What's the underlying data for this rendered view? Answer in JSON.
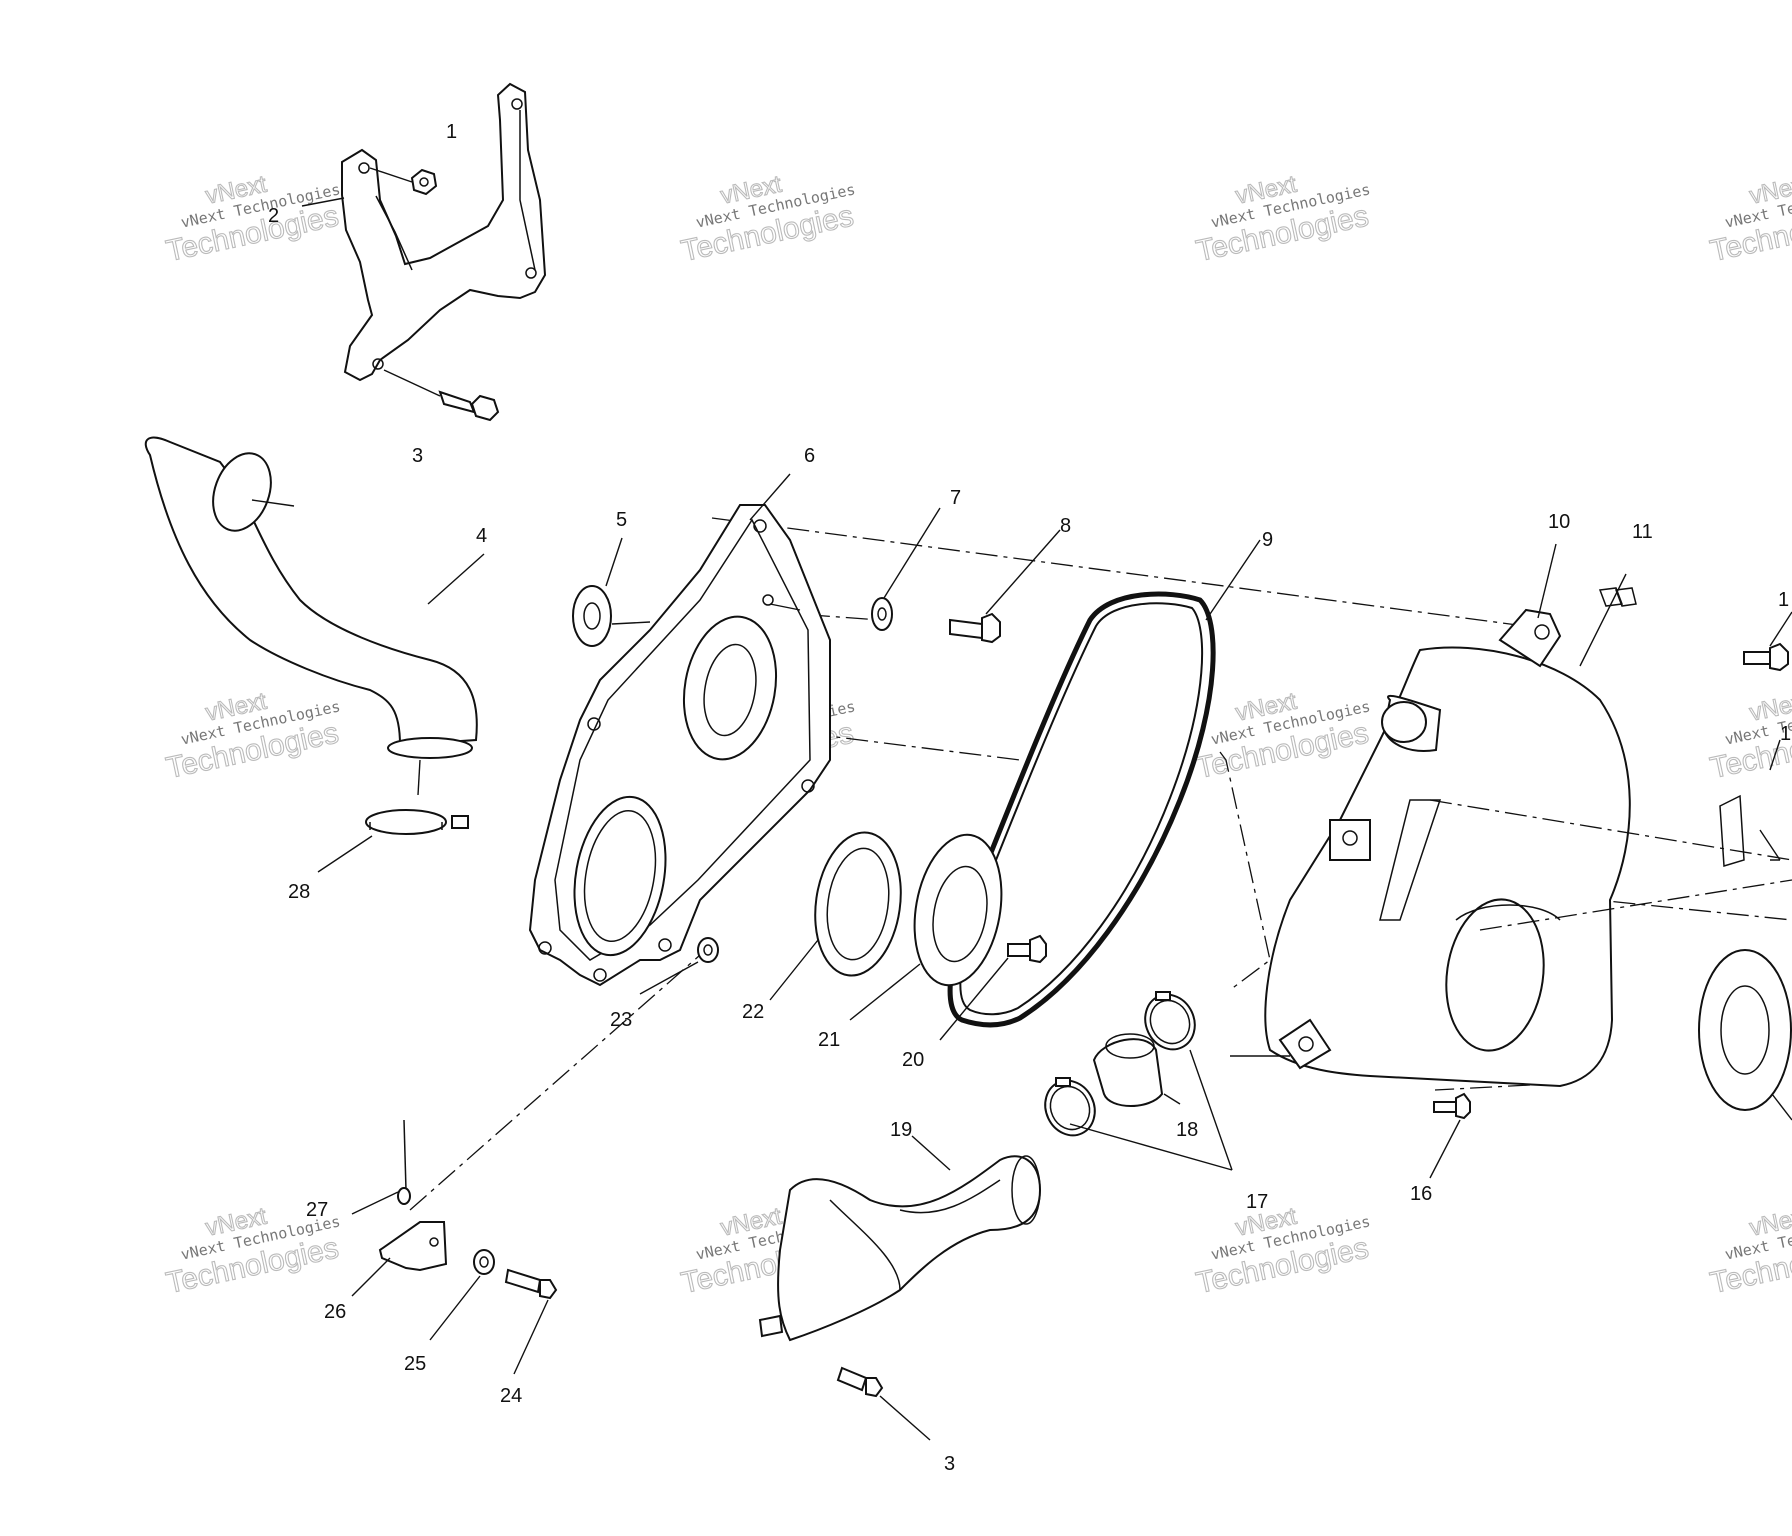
{
  "diagram": {
    "callouts": [
      {
        "id": "c1",
        "text": "1"
      },
      {
        "id": "c2",
        "text": "2"
      },
      {
        "id": "c3a",
        "text": "3"
      },
      {
        "id": "c4",
        "text": "4"
      },
      {
        "id": "c5",
        "text": "5"
      },
      {
        "id": "c6",
        "text": "6"
      },
      {
        "id": "c7",
        "text": "7"
      },
      {
        "id": "c8",
        "text": "8"
      },
      {
        "id": "c9",
        "text": "9"
      },
      {
        "id": "c10",
        "text": "10"
      },
      {
        "id": "c11",
        "text": "11"
      },
      {
        "id": "c12",
        "text": "1"
      },
      {
        "id": "c13",
        "text": "1"
      },
      {
        "id": "c16",
        "text": "16"
      },
      {
        "id": "c17",
        "text": "17"
      },
      {
        "id": "c18",
        "text": "18"
      },
      {
        "id": "c19",
        "text": "19"
      },
      {
        "id": "c20",
        "text": "20"
      },
      {
        "id": "c21",
        "text": "21"
      },
      {
        "id": "c22",
        "text": "22"
      },
      {
        "id": "c23",
        "text": "23"
      },
      {
        "id": "c24",
        "text": "24"
      },
      {
        "id": "c25",
        "text": "25"
      },
      {
        "id": "c26",
        "text": "26"
      },
      {
        "id": "c27",
        "text": "27"
      },
      {
        "id": "c28",
        "text": "28"
      },
      {
        "id": "c3b",
        "text": "3"
      }
    ]
  },
  "watermark": {
    "line1": "vNext",
    "line2": "vNext Technologies",
    "line3": "Technologies"
  }
}
